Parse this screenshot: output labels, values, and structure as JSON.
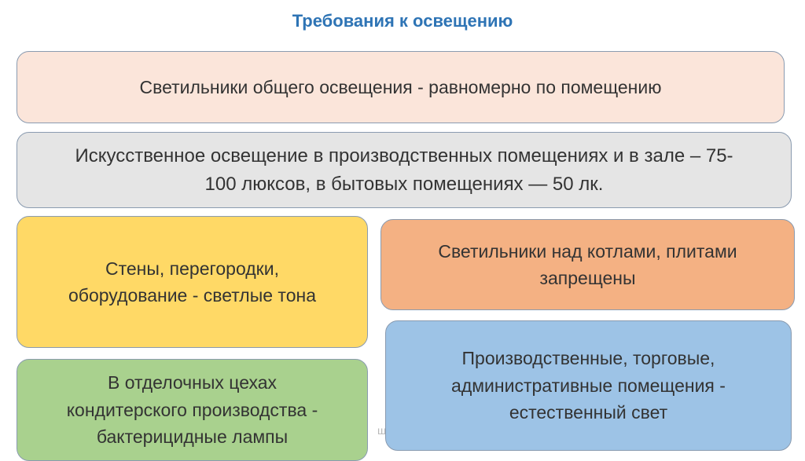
{
  "title": "Требования к освещению",
  "boxes": {
    "general_lighting": "Светильники общего освещения - равномерно по помещению",
    "artificial_lighting_line1": "Искусственное освещение в производственных помещениях и в зале – 75-",
    "artificial_lighting_line2": "100 люксов, в бытовых помещениях — 50 лк.",
    "walls_line1": "Стены, перегородки,",
    "walls_line2": "оборудование - светлые тона",
    "fixtures_line1": "Светильники над котлами, плитами",
    "fixtures_line2": "запрещены",
    "finishing_line1": "В отделочных цехах",
    "finishing_line2": "кондитерского производства -",
    "finishing_line3": "бактерицидные лампы",
    "premises_line1": "Производственные, торговые,",
    "premises_line2": "административные помещения -",
    "premises_line3": "естественный свет"
  },
  "watermark": "ш",
  "colors": {
    "title": "#2E74B5",
    "pink": "#FBE5DA",
    "gray": "#E5E5E5",
    "yellow": "#FFD966",
    "orange": "#F4B183",
    "green": "#A9D18E",
    "blue": "#9DC3E6"
  }
}
